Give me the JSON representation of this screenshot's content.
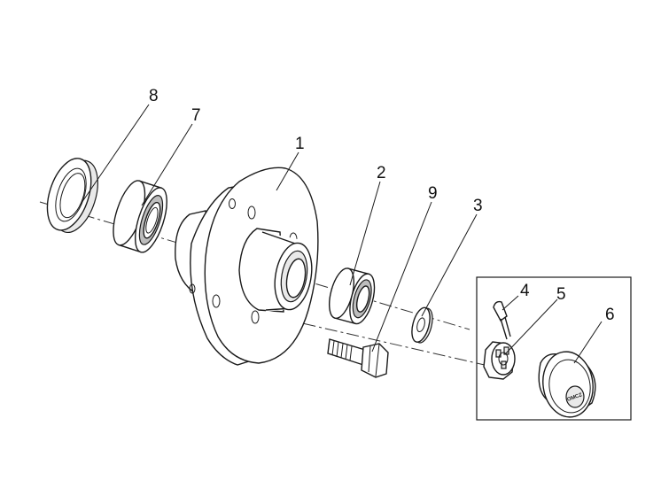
{
  "callouts": {
    "c1": "1",
    "c2": "2",
    "c3": "3",
    "c4": "4",
    "c5": "5",
    "c6": "6",
    "c7": "7",
    "c8": "8",
    "c9": "9"
  },
  "hub_cap_logo": "OMCZ"
}
